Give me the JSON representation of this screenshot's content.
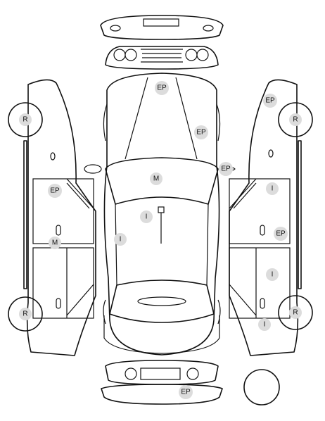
{
  "diagram": {
    "codes": {
      "ep": "EP",
      "m": "M",
      "i": "I",
      "r": "R"
    },
    "marks": [
      {
        "id": "hood-left",
        "code": "EP"
      },
      {
        "id": "hood-right",
        "code": "EP"
      },
      {
        "id": "right-mirror",
        "code": "EP"
      },
      {
        "id": "windshield",
        "code": "M"
      },
      {
        "id": "roof-center",
        "code": "I"
      },
      {
        "id": "body-left",
        "code": "I"
      },
      {
        "id": "left-front-wheel",
        "code": "R"
      },
      {
        "id": "left-rear-wheel",
        "code": "R"
      },
      {
        "id": "left-front-door",
        "code": "EP"
      },
      {
        "id": "left-rocker",
        "code": "M"
      },
      {
        "id": "right-front-wheel",
        "code": "R"
      },
      {
        "id": "right-rear-wheel",
        "code": "R"
      },
      {
        "id": "right-fender",
        "code": "EP"
      },
      {
        "id": "right-front-door-top",
        "code": "I"
      },
      {
        "id": "right-front-door-bottom",
        "code": "EP"
      },
      {
        "id": "right-rear-door",
        "code": "I"
      },
      {
        "id": "right-rear-quarter",
        "code": "I"
      },
      {
        "id": "rear-bumper",
        "code": "EP"
      }
    ]
  }
}
